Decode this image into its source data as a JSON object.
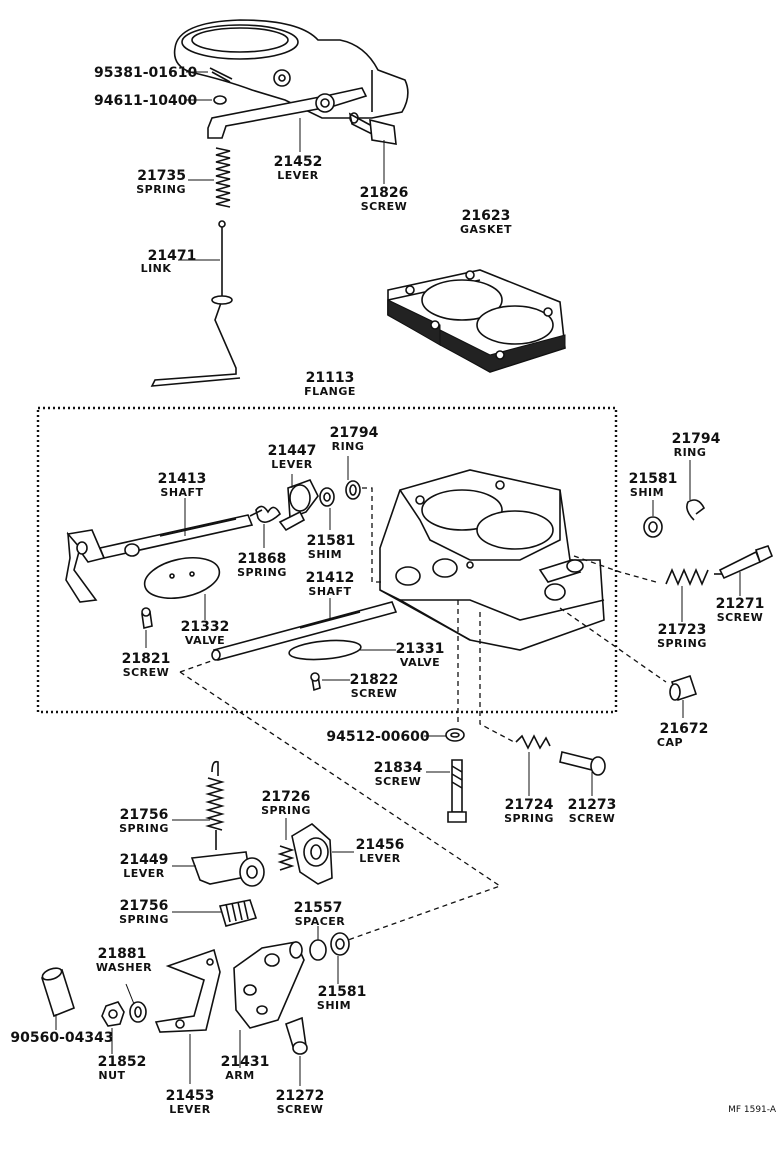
{
  "callouts": [
    {
      "id": "c-95381",
      "number": "95381-01610",
      "name": ""
    },
    {
      "id": "c-94611",
      "number": "94611-10400",
      "name": ""
    },
    {
      "id": "c-21735",
      "number": "21735",
      "name": "SPRING"
    },
    {
      "id": "c-21452",
      "number": "21452",
      "name": "LEVER"
    },
    {
      "id": "c-21826",
      "number": "21826",
      "name": "SCREW"
    },
    {
      "id": "c-21471",
      "number": "21471",
      "name": "LINK"
    },
    {
      "id": "c-21623",
      "number": "21623",
      "name": "GASKET"
    },
    {
      "id": "c-21113",
      "number": "21113",
      "name": "FLANGE"
    },
    {
      "id": "c-21447",
      "number": "21447",
      "name": "LEVER"
    },
    {
      "id": "c-21794a",
      "number": "21794",
      "name": "RING"
    },
    {
      "id": "c-21794b",
      "number": "21794",
      "name": "RING"
    },
    {
      "id": "c-21413",
      "number": "21413",
      "name": "SHAFT"
    },
    {
      "id": "c-21581a",
      "number": "21581",
      "name": "SHIM"
    },
    {
      "id": "c-21581b",
      "number": "21581",
      "name": "SHIM"
    },
    {
      "id": "c-21868",
      "number": "21868",
      "name": "SPRING"
    },
    {
      "id": "c-21412",
      "number": "21412",
      "name": "SHAFT"
    },
    {
      "id": "c-21332",
      "number": "21332",
      "name": "VALVE"
    },
    {
      "id": "c-21331",
      "number": "21331",
      "name": "VALVE"
    },
    {
      "id": "c-21821",
      "number": "21821",
      "name": "SCREW"
    },
    {
      "id": "c-21822",
      "number": "21822",
      "name": "SCREW"
    },
    {
      "id": "c-21723",
      "number": "21723",
      "name": "SPRING"
    },
    {
      "id": "c-21271",
      "number": "21271",
      "name": "SCREW"
    },
    {
      "id": "c-21672",
      "number": "21672",
      "name": "CAP"
    },
    {
      "id": "c-94512",
      "number": "94512-00600",
      "name": ""
    },
    {
      "id": "c-21834",
      "number": "21834",
      "name": "SCREW"
    },
    {
      "id": "c-21724",
      "number": "21724",
      "name": "SPRING"
    },
    {
      "id": "c-21273",
      "number": "21273",
      "name": "SCREW"
    },
    {
      "id": "c-21756a",
      "number": "21756",
      "name": "SPRING"
    },
    {
      "id": "c-21726",
      "number": "21726",
      "name": "SPRING"
    },
    {
      "id": "c-21449",
      "number": "21449",
      "name": "LEVER"
    },
    {
      "id": "c-21456",
      "number": "21456",
      "name": "LEVER"
    },
    {
      "id": "c-21756b",
      "number": "21756",
      "name": "SPRING"
    },
    {
      "id": "c-21557",
      "number": "21557",
      "name": "SPACER"
    },
    {
      "id": "c-21881",
      "number": "21881",
      "name": "WASHER"
    },
    {
      "id": "c-21581c",
      "number": "21581",
      "name": "SHIM"
    },
    {
      "id": "c-90560",
      "number": "90560-04343",
      "name": ""
    },
    {
      "id": "c-21852",
      "number": "21852",
      "name": "NUT"
    },
    {
      "id": "c-21431",
      "number": "21431",
      "name": "ARM"
    },
    {
      "id": "c-21453",
      "number": "21453",
      "name": "LEVER"
    },
    {
      "id": "c-21272",
      "number": "21272",
      "name": "SCREW"
    }
  ],
  "figure_code": "MF 1591-A"
}
